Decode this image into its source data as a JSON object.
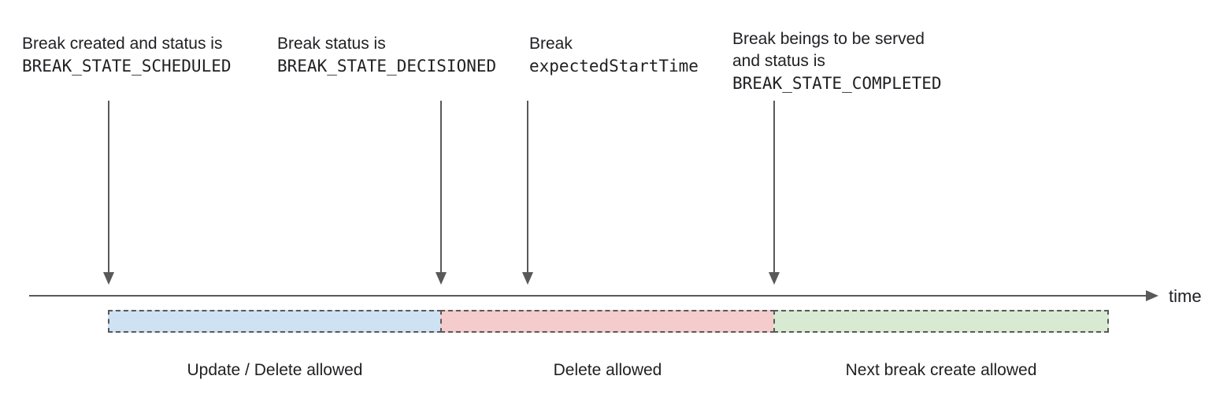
{
  "figure": {
    "annotations": [
      {
        "text_lines": [
          "Break created and status is"
        ],
        "code_line": "BREAK_STATE_SCHEDULED"
      },
      {
        "text_lines": [
          "Break status is"
        ],
        "code_line": "BREAK_STATE_DECISIONED"
      },
      {
        "text_lines": [
          "Break"
        ],
        "code_line": "expectedStartTime"
      },
      {
        "text_lines": [
          "Break beings to be served",
          "and status is"
        ],
        "code_line": "BREAK_STATE_COMPLETED"
      }
    ],
    "axis": {
      "label": "time"
    },
    "segments": [
      {
        "label": "Update / Delete allowed",
        "fill": "#cfe2f3"
      },
      {
        "label": "Delete allowed",
        "fill": "#f4cccc"
      },
      {
        "label": "Next break create allowed",
        "fill": "#d9ead3"
      }
    ],
    "colors": {
      "line": "#595959",
      "segment_border": "#595959",
      "text": "#202124"
    }
  }
}
